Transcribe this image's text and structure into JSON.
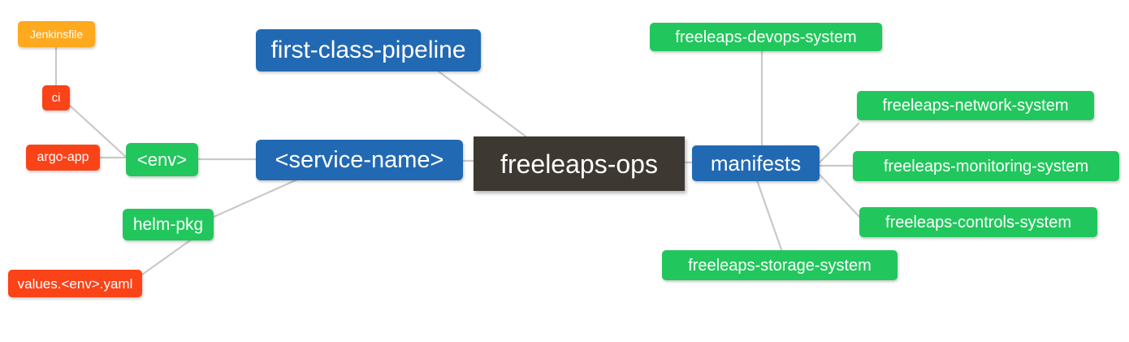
{
  "diagram": {
    "type": "mindmap",
    "title": "freeleaps-ops",
    "background": "#ffffff",
    "edge_color": "#c9c9c9"
  },
  "palette": {
    "root_dark": "#3e3832",
    "blue": "#2269b3",
    "green": "#21c75c",
    "red": "#fb4318",
    "orange": "#ffa91f",
    "text": "#ffffff",
    "edge": "#c9c9c9"
  },
  "nodes": {
    "root": {
      "label": "freeleaps-ops"
    },
    "service_name": {
      "label": "<service-name>"
    },
    "first_class_pipeline": {
      "label": "first-class-pipeline"
    },
    "manifests": {
      "label": "manifests"
    },
    "env": {
      "label": "<env>"
    },
    "ci": {
      "label": "ci"
    },
    "jenkinsfile": {
      "label": "Jenkinsfile"
    },
    "argo_app": {
      "label": "argo-app"
    },
    "helm_pkg": {
      "label": "helm-pkg"
    },
    "values_yaml": {
      "label": "values.<env>.yaml"
    },
    "devops_system": {
      "label": "freeleaps-devops-system"
    },
    "network_system": {
      "label": "freeleaps-network-system"
    },
    "monitoring_system": {
      "label": "freeleaps-monitoring-system"
    },
    "controls_system": {
      "label": "freeleaps-controls-system"
    },
    "storage_system": {
      "label": "freeleaps-storage-system"
    }
  },
  "edges": [
    {
      "from": "first-class-pipeline",
      "to": "freeleaps-ops"
    },
    {
      "from": "service-name",
      "to": "freeleaps-ops"
    },
    {
      "from": "manifests",
      "to": "freeleaps-ops"
    },
    {
      "from": "env",
      "to": "service-name"
    },
    {
      "from": "helm-pkg",
      "to": "service-name"
    },
    {
      "from": "argo-app",
      "to": "env"
    },
    {
      "from": "ci",
      "to": "env"
    },
    {
      "from": "jenkinsfile",
      "to": "ci"
    },
    {
      "from": "values-env-yaml",
      "to": "helm-pkg"
    },
    {
      "from": "devops-system",
      "to": "manifests"
    },
    {
      "from": "network-system",
      "to": "manifests"
    },
    {
      "from": "monitoring-system",
      "to": "manifests"
    },
    {
      "from": "controls-system",
      "to": "manifests"
    },
    {
      "from": "storage-system",
      "to": "manifests"
    }
  ]
}
